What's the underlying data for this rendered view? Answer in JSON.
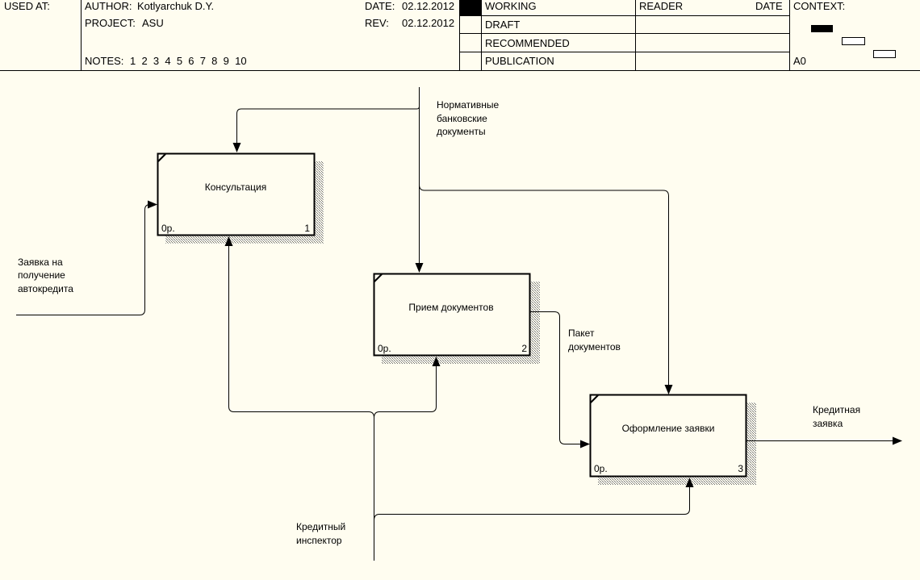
{
  "header": {
    "used_at": "USED AT:",
    "author_label": "AUTHOR:",
    "author": "Kotlyarchuk D.Y.",
    "project_label": "PROJECT:",
    "project": "ASU",
    "date_label": "DATE:",
    "date": "02.12.2012",
    "rev_label": "REV:",
    "rev": "02.12.2012",
    "notes_label": "NOTES:",
    "notes": "1  2  3  4  5  6  7  8  9  10",
    "status": [
      "WORKING",
      "DRAFT",
      "RECOMMENDED",
      "PUBLICATION"
    ],
    "reader": "READER",
    "reader_date": "DATE",
    "context": "CONTEXT:",
    "node": "A0"
  },
  "boxes": [
    {
      "title": "Консультация",
      "cost": "0р.",
      "number": "1"
    },
    {
      "title": "Прием документов",
      "cost": "0р.",
      "number": "2"
    },
    {
      "title": "Оформление заявки",
      "cost": "0р.",
      "number": "3"
    }
  ],
  "arrow_labels": {
    "control": [
      "Нормативные",
      "банковские",
      "документы"
    ],
    "input": [
      "Заявка на",
      "получение",
      "автокредита"
    ],
    "mechanism": [
      "Кредитный",
      "инспектор"
    ],
    "packet": [
      "Пакет",
      "документов"
    ],
    "output": [
      "Кредитная",
      "заявка"
    ]
  },
  "colors": {
    "background": "#FFFDF0",
    "line": "#000000",
    "shadow": "#808080"
  }
}
